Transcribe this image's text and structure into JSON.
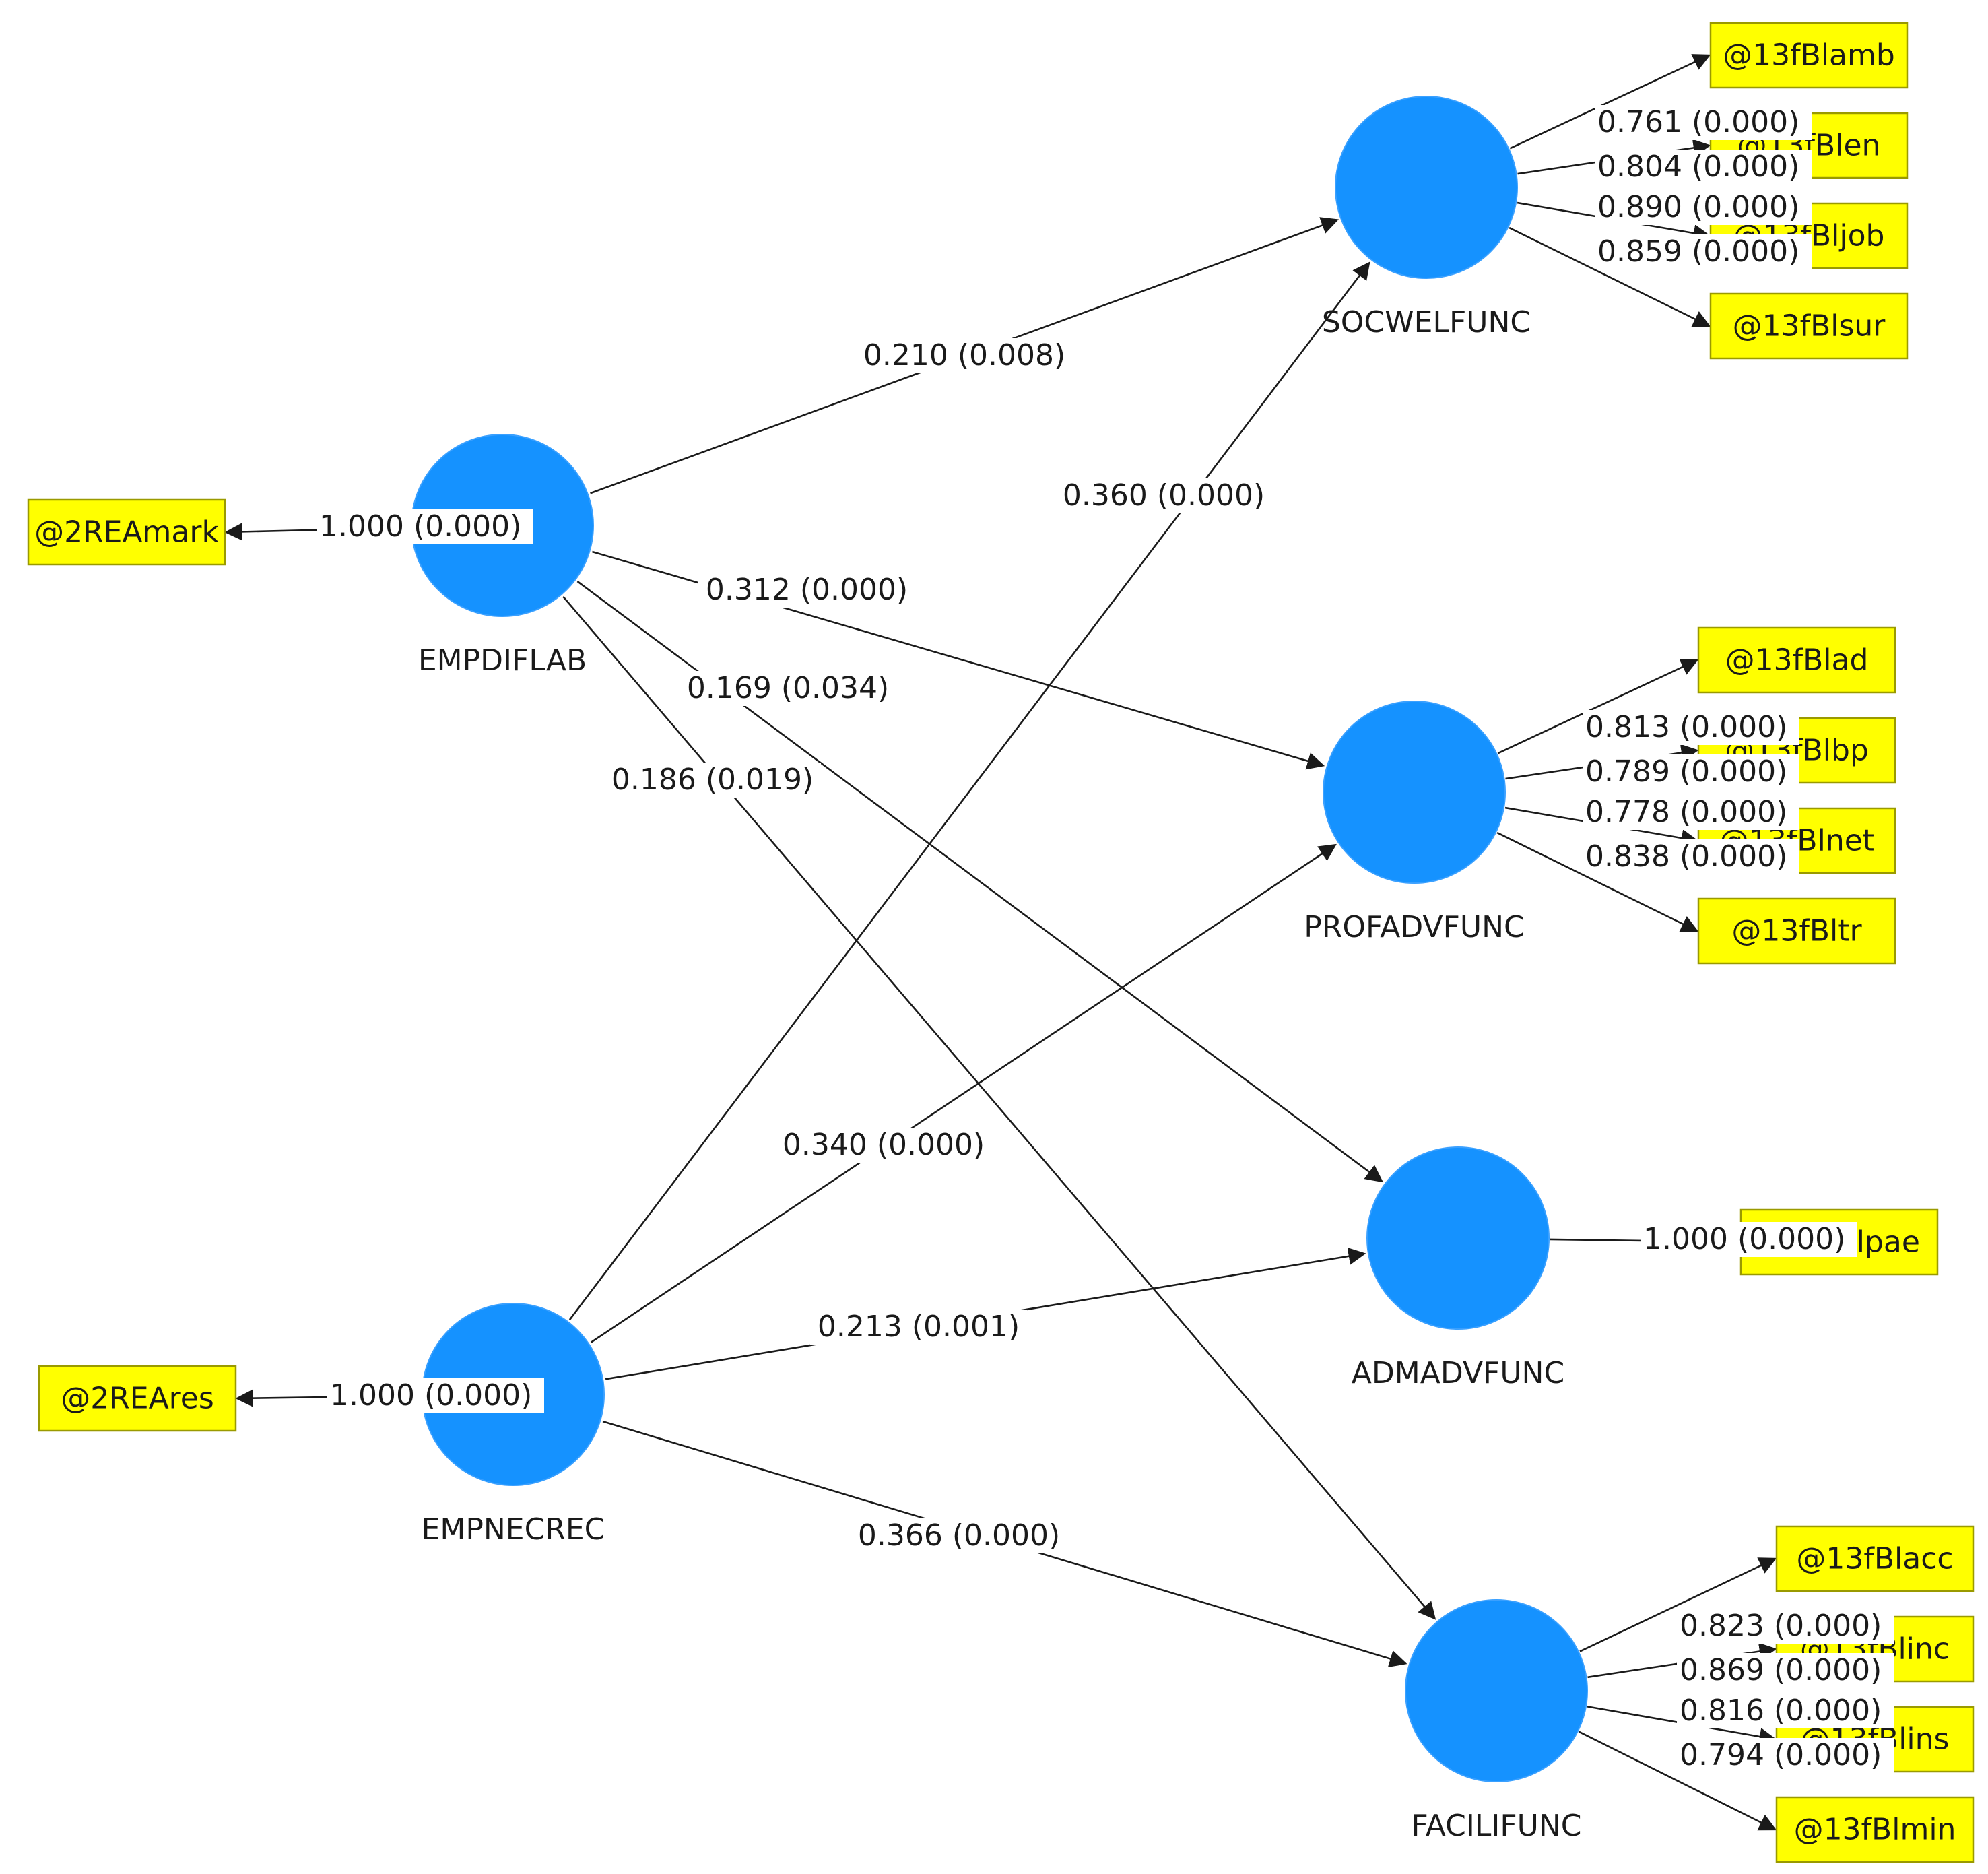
{
  "colors": {
    "construct_fill": "#1592ff",
    "indicator_fill": "#ffff00",
    "edge": "#1a1a1a"
  },
  "constructs": [
    {
      "id": "EMPDIFLAB",
      "label": "EMPDIFLAB"
    },
    {
      "id": "EMPNECREC",
      "label": "EMPNECREC"
    },
    {
      "id": "SOCWELFUNC",
      "label": "SOCWELFUNC"
    },
    {
      "id": "PROFADVFUNC",
      "label": "PROFADVFUNC"
    },
    {
      "id": "ADMADVFUNC",
      "label": "ADMADVFUNC"
    },
    {
      "id": "FACILIFUNC",
      "label": "FACILIFUNC"
    }
  ],
  "indicators": [
    {
      "id": "2REAmark",
      "label": "@2REAmark"
    },
    {
      "id": "2REAres",
      "label": "@2REAres"
    },
    {
      "id": "13fBlamb",
      "label": "@13fBlamb"
    },
    {
      "id": "13fBlen",
      "label": "@13fBlen"
    },
    {
      "id": "13fBljob",
      "label": "@13fBljob"
    },
    {
      "id": "13fBlsur",
      "label": "@13fBlsur"
    },
    {
      "id": "13fBlad",
      "label": "@13fBlad"
    },
    {
      "id": "13fBlbp",
      "label": "@13fBlbp"
    },
    {
      "id": "13fBlnet",
      "label": "@13fBlnet"
    },
    {
      "id": "13fBltr",
      "label": "@13fBltr"
    },
    {
      "id": "13fBlpae",
      "label": "@13fBlpae"
    },
    {
      "id": "13fBlacc",
      "label": "@13fBlacc"
    },
    {
      "id": "13fBlinc",
      "label": "@13fBlinc"
    },
    {
      "id": "13fBlins",
      "label": "@13fBlins"
    },
    {
      "id": "13fBlmin",
      "label": "@13fBlmin"
    }
  ],
  "paths": [
    {
      "from": "EMPDIFLAB",
      "to": "SOCWELFUNC",
      "label": "0.210 (0.008)"
    },
    {
      "from": "EMPDIFLAB",
      "to": "PROFADVFUNC",
      "label": "0.312 (0.000)"
    },
    {
      "from": "EMPDIFLAB",
      "to": "ADMADVFUNC",
      "label": "0.169 (0.034)"
    },
    {
      "from": "EMPDIFLAB",
      "to": "FACILIFUNC",
      "label": "0.186 (0.019)"
    },
    {
      "from": "EMPNECREC",
      "to": "SOCWELFUNC",
      "label": "0.360 (0.000)"
    },
    {
      "from": "EMPNECREC",
      "to": "PROFADVFUNC",
      "label": "0.340 (0.000)"
    },
    {
      "from": "EMPNECREC",
      "to": "ADMADVFUNC",
      "label": "0.213 (0.001)"
    },
    {
      "from": "EMPNECREC",
      "to": "FACILIFUNC",
      "label": "0.366 (0.000)"
    }
  ],
  "loadings": [
    {
      "construct": "EMPDIFLAB",
      "indicator": "2REAmark",
      "label": "1.000 (0.000)"
    },
    {
      "construct": "EMPNECREC",
      "indicator": "2REAres",
      "label": "1.000 (0.000)"
    },
    {
      "construct": "SOCWELFUNC",
      "indicator": "13fBlamb",
      "label": "0.761 (0.000)"
    },
    {
      "construct": "SOCWELFUNC",
      "indicator": "13fBlen",
      "label": "0.804 (0.000)"
    },
    {
      "construct": "SOCWELFUNC",
      "indicator": "13fBljob",
      "label": "0.890 (0.000)"
    },
    {
      "construct": "SOCWELFUNC",
      "indicator": "13fBlsur",
      "label": "0.859 (0.000)"
    },
    {
      "construct": "PROFADVFUNC",
      "indicator": "13fBlad",
      "label": "0.813 (0.000)"
    },
    {
      "construct": "PROFADVFUNC",
      "indicator": "13fBlbp",
      "label": "0.789 (0.000)"
    },
    {
      "construct": "PROFADVFUNC",
      "indicator": "13fBlnet",
      "label": "0.778 (0.000)"
    },
    {
      "construct": "PROFADVFUNC",
      "indicator": "13fBltr",
      "label": "0.838 (0.000)"
    },
    {
      "construct": "ADMADVFUNC",
      "indicator": "13fBlpae",
      "label": "1.000 (0.000)"
    },
    {
      "construct": "FACILIFUNC",
      "indicator": "13fBlacc",
      "label": "0.823 (0.000)"
    },
    {
      "construct": "FACILIFUNC",
      "indicator": "13fBlinc",
      "label": "0.869 (0.000)"
    },
    {
      "construct": "FACILIFUNC",
      "indicator": "13fBlins",
      "label": "0.816 (0.000)"
    },
    {
      "construct": "FACILIFUNC",
      "indicator": "13fBlmin",
      "label": "0.794 (0.000)"
    }
  ]
}
